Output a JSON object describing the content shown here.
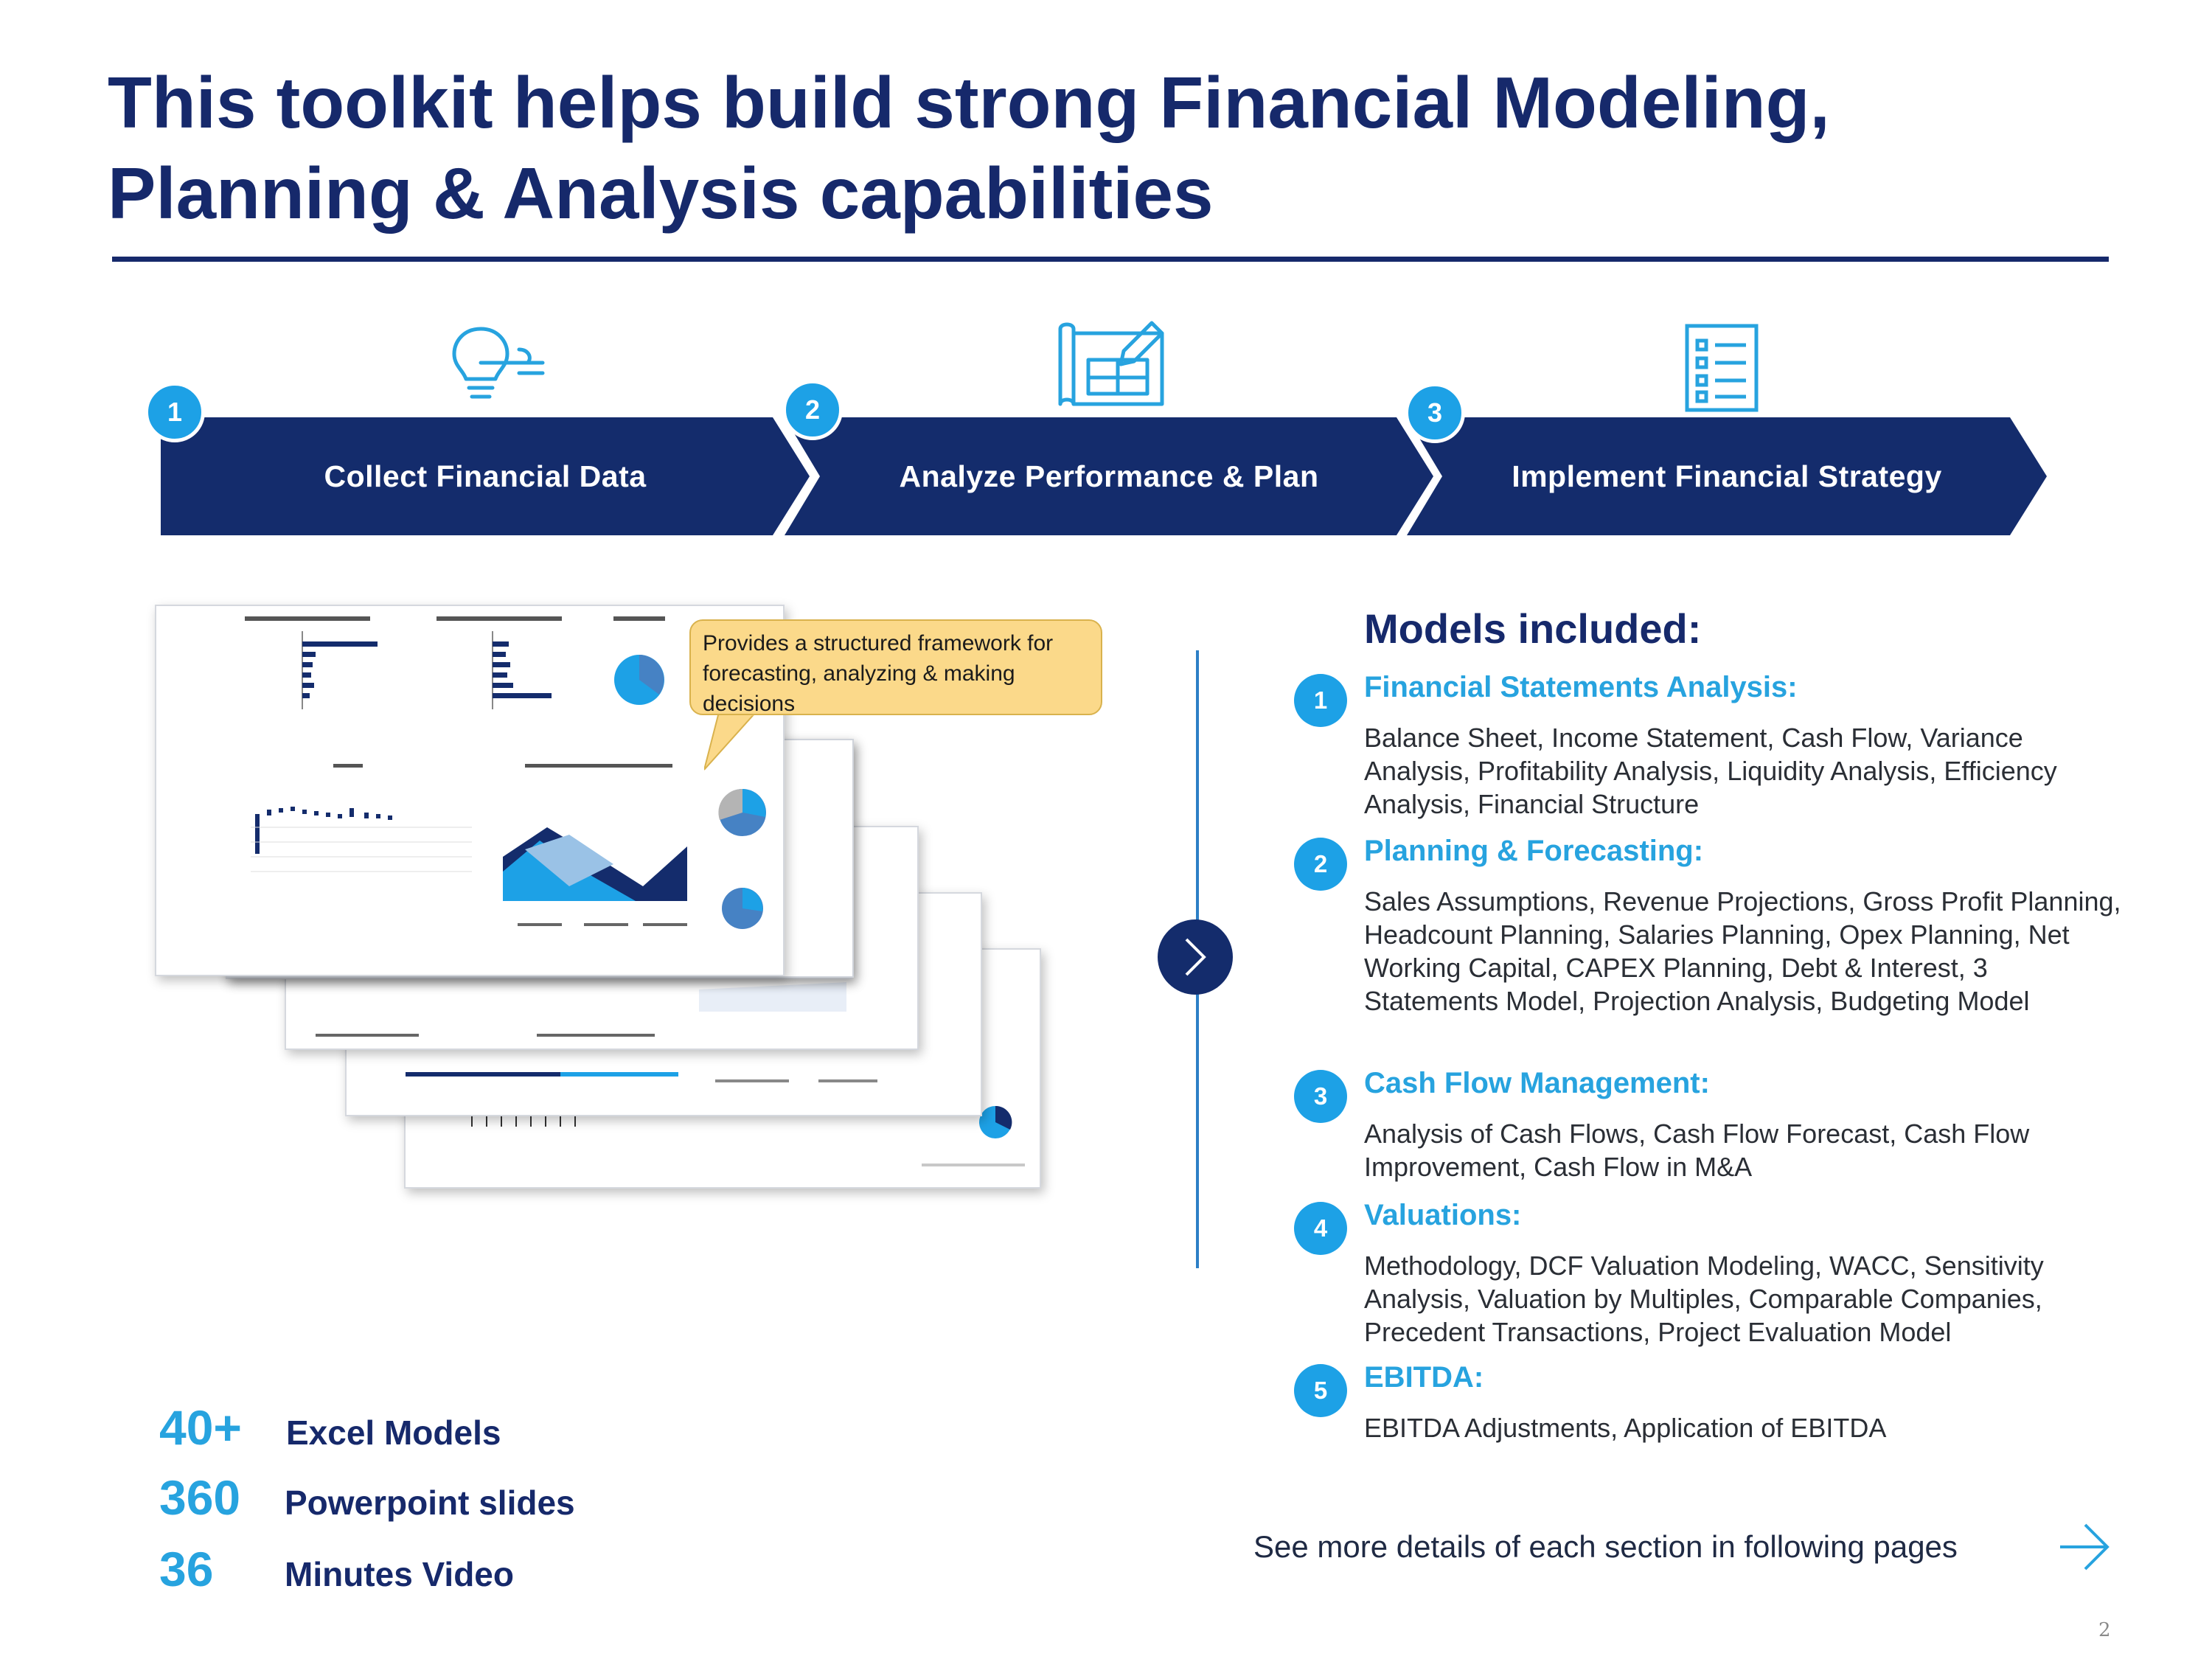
{
  "title": "This toolkit helps build strong Financial Modeling, Planning & Analysis capabilities",
  "colors": {
    "navy": "#16296b",
    "accent": "#1da1e6",
    "callout": "#fbd98a"
  },
  "steps": [
    {
      "num": "1",
      "label": "Collect Financial Data",
      "icon": "lightbulb-icon"
    },
    {
      "num": "2",
      "label": "Analyze Performance & Plan",
      "icon": "blueprint-pencil-icon"
    },
    {
      "num": "3",
      "label": "Implement Financial Strategy",
      "icon": "checklist-icon"
    }
  ],
  "callout": "Provides a structured framework for forecasting, analyzing & making decisions",
  "models": {
    "title": "Models included:",
    "items": [
      {
        "num": "1",
        "title": "Financial Statements Analysis:",
        "desc": "Balance Sheet, Income Statement, Cash Flow, Variance Analysis, Profitability Analysis, Liquidity Analysis, Efficiency Analysis, Financial Structure"
      },
      {
        "num": "2",
        "title": "Planning & Forecasting:",
        "desc": "Sales Assumptions, Revenue Projections, Gross Profit Planning, Headcount Planning, Salaries Planning, Opex Planning, Net Working Capital, CAPEX Planning, Debt & Interest, 3 Statements Model, Projection Analysis, Budgeting Model"
      },
      {
        "num": "3",
        "title": "Cash Flow Management:",
        "desc": "Analysis of Cash Flows, Cash Flow Forecast, Cash Flow Improvement, Cash Flow in M&A"
      },
      {
        "num": "4",
        "title": "Valuations:",
        "desc": "Methodology, DCF Valuation Modeling, WACC, Sensitivity Analysis, Valuation by Multiples, Comparable Companies, Precedent Transactions, Project Evaluation Model"
      },
      {
        "num": "5",
        "title": "EBITDA:",
        "desc": "EBITDA Adjustments, Application of EBITDA"
      }
    ]
  },
  "stats": [
    {
      "value": "40+",
      "label": "Excel Models"
    },
    {
      "value": "360",
      "label": "Powerpoint slides"
    },
    {
      "value": "36",
      "label": "Minutes Video"
    }
  ],
  "footer": {
    "note": "See more details of each section in following pages",
    "page": "2"
  }
}
